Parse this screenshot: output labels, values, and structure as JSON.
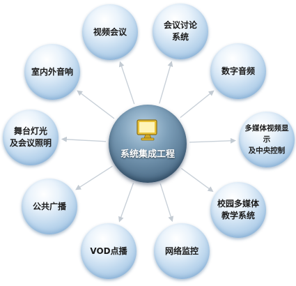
{
  "center": {
    "label": "系统集成工程",
    "icon": "monitor-icon"
  },
  "nodes": [
    {
      "id": "video-conference",
      "label": "视频会议"
    },
    {
      "id": "conference-discussion",
      "label": "会议讨论\n系统"
    },
    {
      "id": "digital-audio",
      "label": "数字音频"
    },
    {
      "id": "multimedia-display",
      "label": "多媒体视频显示\n及中央控制"
    },
    {
      "id": "campus-multimedia",
      "label": "校园多媒体\n教学系统"
    },
    {
      "id": "network-monitoring",
      "label": "网络监控"
    },
    {
      "id": "vod",
      "label": "VOD点播"
    },
    {
      "id": "public-broadcast",
      "label": "公共广播"
    },
    {
      "id": "stage-lighting",
      "label": "舞台灯光\n及会议照明"
    },
    {
      "id": "indoor-outdoor-audio",
      "label": "室内外音响"
    }
  ],
  "colors": {
    "node_fill": "#bcd6ed",
    "center_fill": "#5a7a94",
    "arrow": "#c8d0d8",
    "text": "#1b1b1b"
  }
}
